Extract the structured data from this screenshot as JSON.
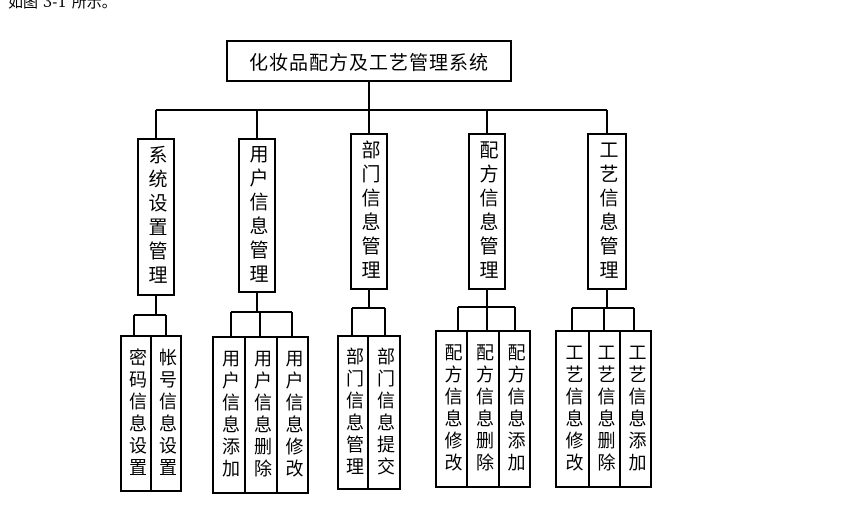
{
  "caption": "如图 3-1 所示。",
  "root": "化妆品配方及工艺管理系统",
  "modules": [
    {
      "label": "系统设置管理",
      "children": [
        "密码信息设置",
        "帐号信息设置"
      ]
    },
    {
      "label": "用户信息管理",
      "children": [
        "用户信息添加",
        "用户信息删除",
        "用户信息修改"
      ]
    },
    {
      "label": "部门信息管理",
      "children": [
        "部门信息管理",
        "部门信息提交"
      ]
    },
    {
      "label": "配方信息管理",
      "children": [
        "配方信息修改",
        "配方信息删除",
        "配方信息添加"
      ]
    },
    {
      "label": "工艺信息管理",
      "children": [
        "工艺信息修改",
        "工艺信息删除",
        "工艺信息添加"
      ]
    }
  ]
}
